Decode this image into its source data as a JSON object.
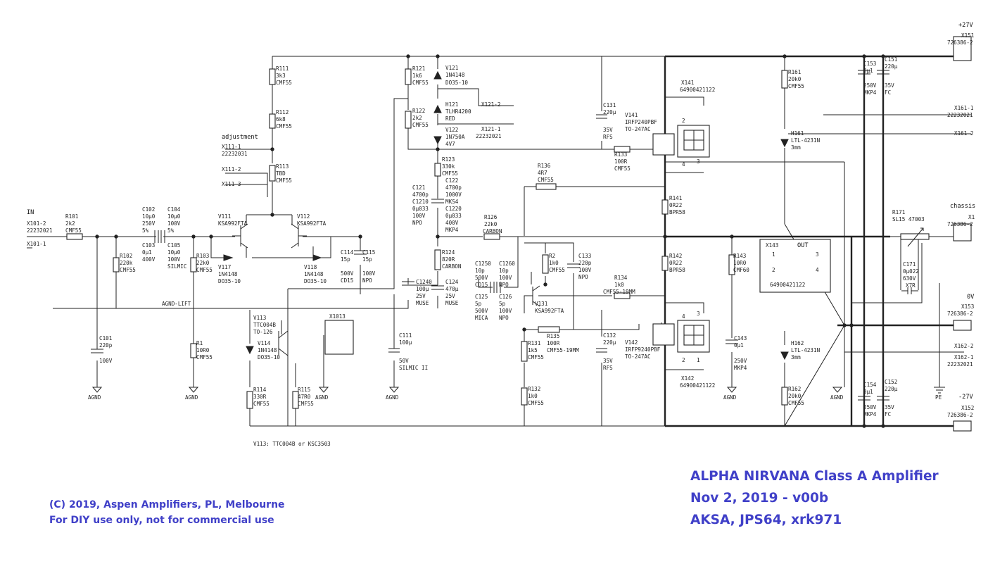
{
  "title_block": {
    "line1": "ALPHA NIRVANA Class A Amplifier",
    "line2": "Nov 2, 2019 - v00b",
    "line3": "AKSA, JPS64, xrk971"
  },
  "copyright": {
    "line1": "(C) 2019, Aspen Amplifiers, PL, Melbourne",
    "line2": "For DIY use only, not for commercial use"
  },
  "note": "V113: TTC004B or KSC3503",
  "nets": {
    "in": "IN",
    "adjustment": "adjustment",
    "agnd_lift": "AGND-LIFT",
    "plus27": "+27V",
    "minus27": "-27V",
    "zero": "0V",
    "chassis": "chassis",
    "out": "OUT",
    "agnd": "AGND",
    "pe": "PE"
  },
  "resistors": {
    "R101": [
      "R101",
      "2k2",
      "CMF55"
    ],
    "R102": [
      "R102",
      "220k",
      "CMF55"
    ],
    "R103": [
      "R103",
      "22k0",
      "CMF55"
    ],
    "R1": [
      "R1",
      "10R0",
      "CMF55"
    ],
    "R111": [
      "R111",
      "3k3",
      "CMF55"
    ],
    "R112": [
      "R112",
      "6k8",
      "CMF55"
    ],
    "R113": [
      "R113",
      "TBD",
      "CMF55"
    ],
    "R114": [
      "R114",
      "330R",
      "CMF55"
    ],
    "R115": [
      "R115",
      "47R0",
      "CMF55"
    ],
    "R121": [
      "R121",
      "1k6",
      "CMF55"
    ],
    "R122": [
      "R122",
      "2k2",
      "CMF55"
    ],
    "R123": [
      "R123",
      "330k",
      "CMF55"
    ],
    "R124": [
      "R124",
      "820R",
      "CARBON"
    ],
    "R126": [
      "R126",
      "22k0",
      "CARBON"
    ],
    "R136": [
      "R136",
      "4R7",
      "CMF55"
    ],
    "R133": [
      "R133",
      "100R",
      "CMF55"
    ],
    "R2": [
      "R2",
      "1k0",
      "CMF55"
    ],
    "R134": [
      "R134",
      "1k0",
      "CMF55-19MM"
    ],
    "R135": [
      "R135",
      "100R",
      "CMF55-19MM"
    ],
    "R131": [
      "R131",
      "1k5",
      "CMF55"
    ],
    "R132": [
      "R132",
      "1k0",
      "CMF55"
    ],
    "R141": [
      "R141",
      "0R22",
      "BPR58"
    ],
    "R142": [
      "R142",
      "0R22",
      "BPR58"
    ],
    "R143": [
      "R143",
      "10R0",
      "CMF60"
    ],
    "R161": [
      "R161",
      "20k0",
      "CMF55"
    ],
    "R162": [
      "R162",
      "20k0",
      "CMF55"
    ],
    "R171": [
      "R171",
      "SL15 47003",
      ""
    ]
  },
  "capacitors": {
    "C101": [
      "C101",
      "220p",
      "100V"
    ],
    "C102": [
      "C102",
      "10µ0",
      "250V",
      "5%"
    ],
    "C104": [
      "C104",
      "10µ0",
      "100V",
      "5%"
    ],
    "C103": [
      "C103",
      "0µ1",
      "400V"
    ],
    "C105": [
      "C105",
      "10µ0",
      "100V",
      "SILMIC"
    ],
    "C114": [
      "C114",
      "15p",
      "500V",
      "CD15"
    ],
    "C115": [
      "C115",
      "15p",
      "100V",
      "NPO"
    ],
    "C111": [
      "C111",
      "100µ",
      "50V",
      "SILMIC II"
    ],
    "C121": [
      "C121",
      "4700p",
      "C1210",
      "0µ033",
      "100V",
      "NPO"
    ],
    "C122": [
      "C122",
      "4700p",
      "1000V",
      "MKS4",
      "C1220",
      "0µ033",
      "400V",
      "MKP4"
    ],
    "C1240": [
      "C1240",
      "100µ",
      "25V",
      "MUSE"
    ],
    "C124": [
      "C124",
      "470µ",
      "25V",
      "MUSE"
    ],
    "C1250": [
      "C1250",
      "10p",
      "500V",
      "CD15"
    ],
    "C1260": [
      "C1260",
      "10p",
      "100V",
      "NPO"
    ],
    "C125": [
      "C125",
      "5p",
      "500V",
      "MICA"
    ],
    "C126": [
      "C126",
      "5p",
      "100V",
      "NPO"
    ],
    "C131": [
      "C131",
      "220µ",
      "35V",
      "RFS"
    ],
    "C132": [
      "C132",
      "220µ",
      "35V",
      "RFS"
    ],
    "C133": [
      "C133",
      "220p",
      "100V",
      "NPO"
    ],
    "C143": [
      "C143",
      "0µ1",
      "250V",
      "MKP4"
    ],
    "C153": [
      "C153",
      "0µ1",
      "250V",
      "MKP4"
    ],
    "C151": [
      "C151",
      "220µ",
      "35V",
      "FC"
    ],
    "C154": [
      "C154",
      "0µ1",
      "250V",
      "MKP4"
    ],
    "C152": [
      "C152",
      "220µ",
      "35V",
      "FC"
    ],
    "C171": [
      "C171",
      "0µ022",
      "630V",
      "X7R"
    ]
  },
  "semis": {
    "V111": [
      "V111",
      "KSA992FTA"
    ],
    "V112": [
      "V112",
      "KSA992FTA"
    ],
    "V113": [
      "V113",
      "TTC004B",
      "TO-126"
    ],
    "V114": [
      "V114",
      "1N4148",
      "DO35-10"
    ],
    "V117": [
      "V117",
      "1N4148",
      "DO35-10"
    ],
    "V118": [
      "V118",
      "1N4148",
      "DO35-10"
    ],
    "V121": [
      "V121",
      "1N4148",
      "DO35-10"
    ],
    "H121": [
      "H121",
      "TLHR4200",
      "RED"
    ],
    "V122": [
      "V122",
      "1N750A",
      "4V7"
    ],
    "V131": [
      "V131",
      "KSA992FTA"
    ],
    "V141": [
      "V141",
      "IRFP240PBF",
      "TO-247AC"
    ],
    "V142": [
      "V142",
      "IRFP9240PBF",
      "TO-247AC"
    ],
    "H161": [
      "H161",
      "LTL-4231N",
      "3mm"
    ],
    "H162": [
      "H162",
      "LTL-4231N",
      "3mm"
    ]
  },
  "connectors": {
    "X101_2": [
      "X101-2",
      "22232021"
    ],
    "X101_1": "X101-1",
    "X111_1": [
      "X111-1",
      "22232031"
    ],
    "X111_2": "X111-2",
    "X111_3": "X111-3",
    "X121_2": "X121-2",
    "X121_1": [
      "X121-1",
      "22232021"
    ],
    "X1013": "X1013",
    "X141": [
      "X141",
      "64900421122"
    ],
    "X142": [
      "X142",
      "64900421122"
    ],
    "X143": [
      "X143",
      "64900421122"
    ],
    "X151": [
      "X151",
      "726386-2"
    ],
    "X161_1": [
      "X161-1",
      "22232021"
    ],
    "X161_2": "X161-2",
    "X1": [
      "X1",
      "726386-2"
    ],
    "X153": [
      "X153",
      "726386-2"
    ],
    "X162_2": "X162-2",
    "X162_1": [
      "X162-1",
      "22232021"
    ],
    "X152": [
      "X152",
      "726386-2"
    ]
  },
  "pins": {
    "p1": "1",
    "p2": "2",
    "p3": "3",
    "p4": "4"
  }
}
